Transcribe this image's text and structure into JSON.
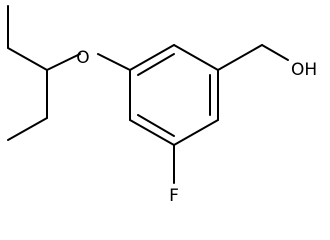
{
  "molecule": {
    "atoms": {
      "oxygen_ether": "O",
      "hydroxyl": "OH",
      "fluorine": "F"
    }
  }
}
